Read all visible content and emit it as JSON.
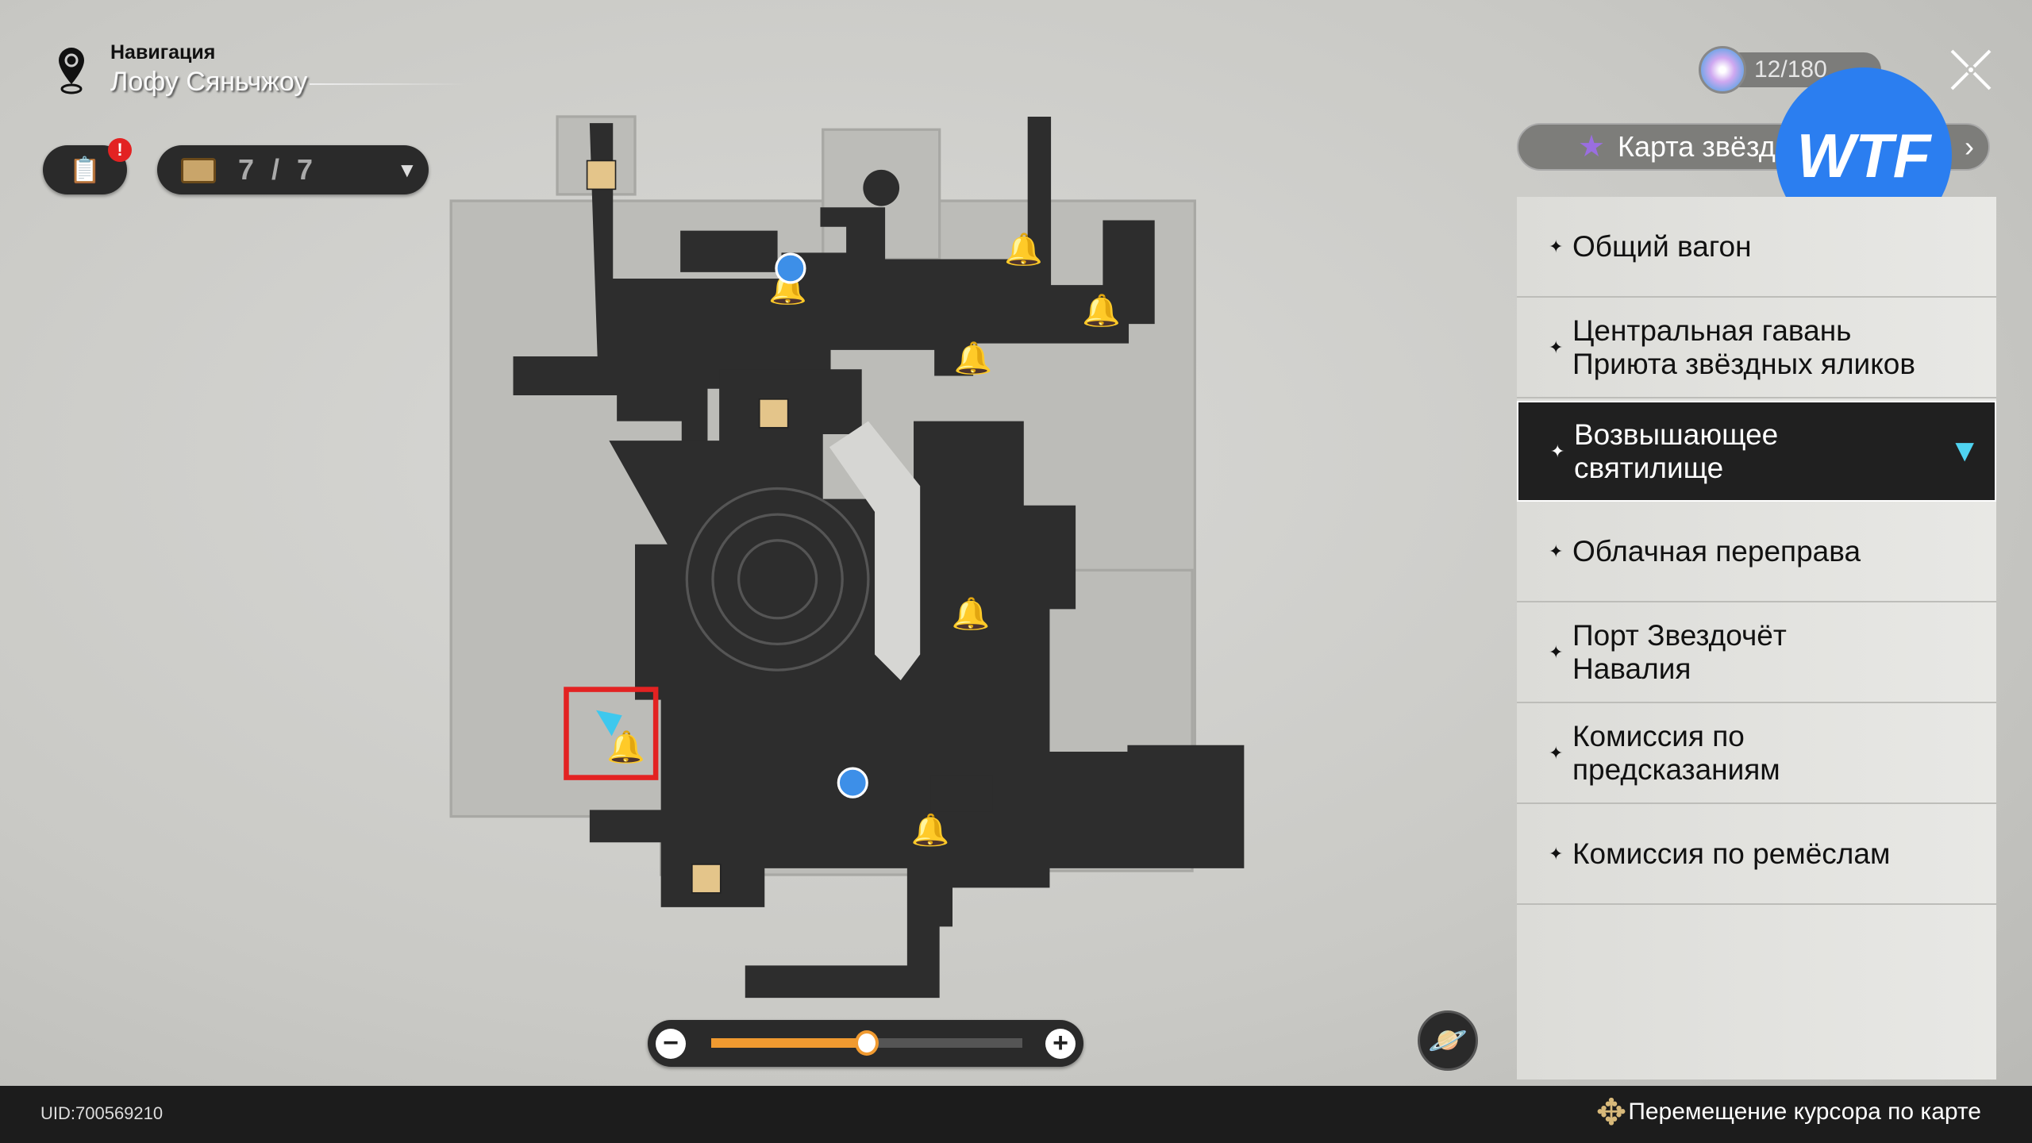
{
  "header": {
    "title": "Навигация",
    "location": "Лофу Сяньчжоу"
  },
  "toolbar": {
    "quest_badge": "!",
    "chest_count": "7 / 7"
  },
  "currency": {
    "value": "12/180"
  },
  "star_map": {
    "label": "Карта звёзд"
  },
  "overlay": {
    "text": "WTF",
    "color": "#2b7ef0"
  },
  "areas": [
    {
      "label": "Общий вагон",
      "selected": false
    },
    {
      "label": "Центральная гавань Приюта звёздных яликов",
      "selected": false
    },
    {
      "label": "Возвышающее святилище",
      "selected": true
    },
    {
      "label": "Облачная переправа",
      "selected": false
    },
    {
      "label": "Порт Звездочёт Навалия",
      "selected": false
    },
    {
      "label": "Комиссия по предсказаниям",
      "selected": false
    },
    {
      "label": "Комиссия по ремёслам",
      "selected": false
    }
  ],
  "zoom": {
    "level_percent": 50,
    "minus": "−",
    "plus": "+"
  },
  "footer": {
    "uid": "UID:700569210",
    "hint": "Перемещение курсора по карте"
  },
  "colors": {
    "accent": "#f09a30",
    "selected_bg": "#202020",
    "highlight": "#e32222"
  }
}
